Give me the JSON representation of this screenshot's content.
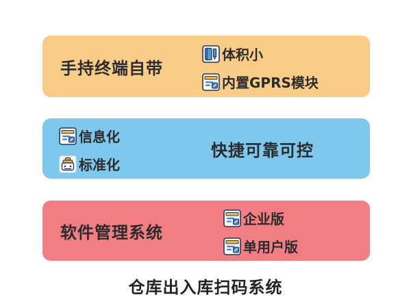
{
  "palette": {
    "box_orange": "#F9CD88",
    "box_blue": "#7DC8EC",
    "box_red": "#F27E84",
    "text": "#2B2B2B",
    "icon_blue": "#4E9AD9",
    "icon_yellow": "#F0B54A",
    "icon_outline": "#23365C"
  },
  "caption": "仓库出入库扫码系统",
  "boxes": [
    {
      "heading": "手持终端自带",
      "color": "#F9CD88",
      "items": [
        {
          "icon": "notebook-pen-icon",
          "label": "体积小"
        },
        {
          "icon": "document-edit-icon",
          "label": "内置GPRS模块"
        }
      ]
    },
    {
      "heading": "快捷可靠可控",
      "color": "#7DC8EC",
      "items": [
        {
          "icon": "document-edit-icon",
          "label": "信息化"
        },
        {
          "icon": "taxi-icon",
          "label": "标准化"
        }
      ]
    },
    {
      "heading": "软件管理系统",
      "color": "#F27E84",
      "items": [
        {
          "icon": "document-edit-icon",
          "label": "企业版"
        },
        {
          "icon": "document-edit-icon",
          "label": "单用户版"
        }
      ]
    }
  ]
}
